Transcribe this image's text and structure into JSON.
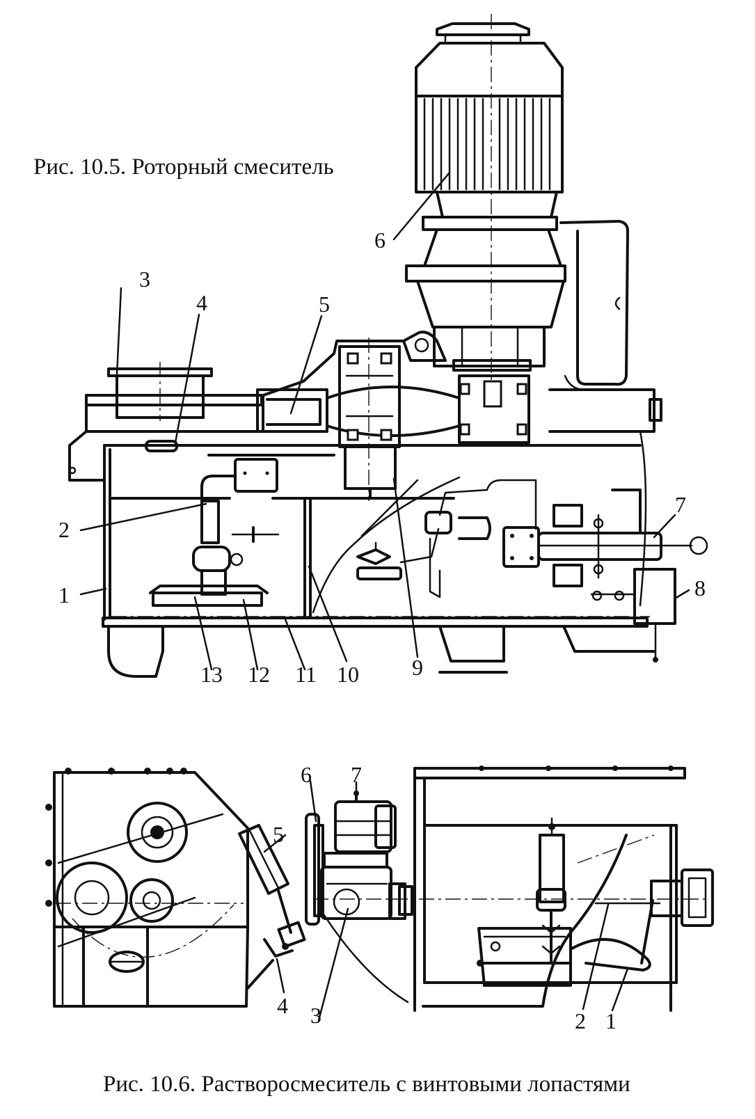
{
  "figure_1": {
    "caption": "Рис. 10.5. Роторный смеситель",
    "part_numbers": [
      "1",
      "2",
      "3",
      "4",
      "5",
      "6",
      "7",
      "8",
      "9",
      "10",
      "11",
      "12",
      "13"
    ]
  },
  "figure_2": {
    "caption": "Рис. 10.6. Растворосмеситель с винтовыми лопастями",
    "part_numbers": [
      "1",
      "2",
      "3",
      "4",
      "5",
      "6",
      "7"
    ]
  }
}
